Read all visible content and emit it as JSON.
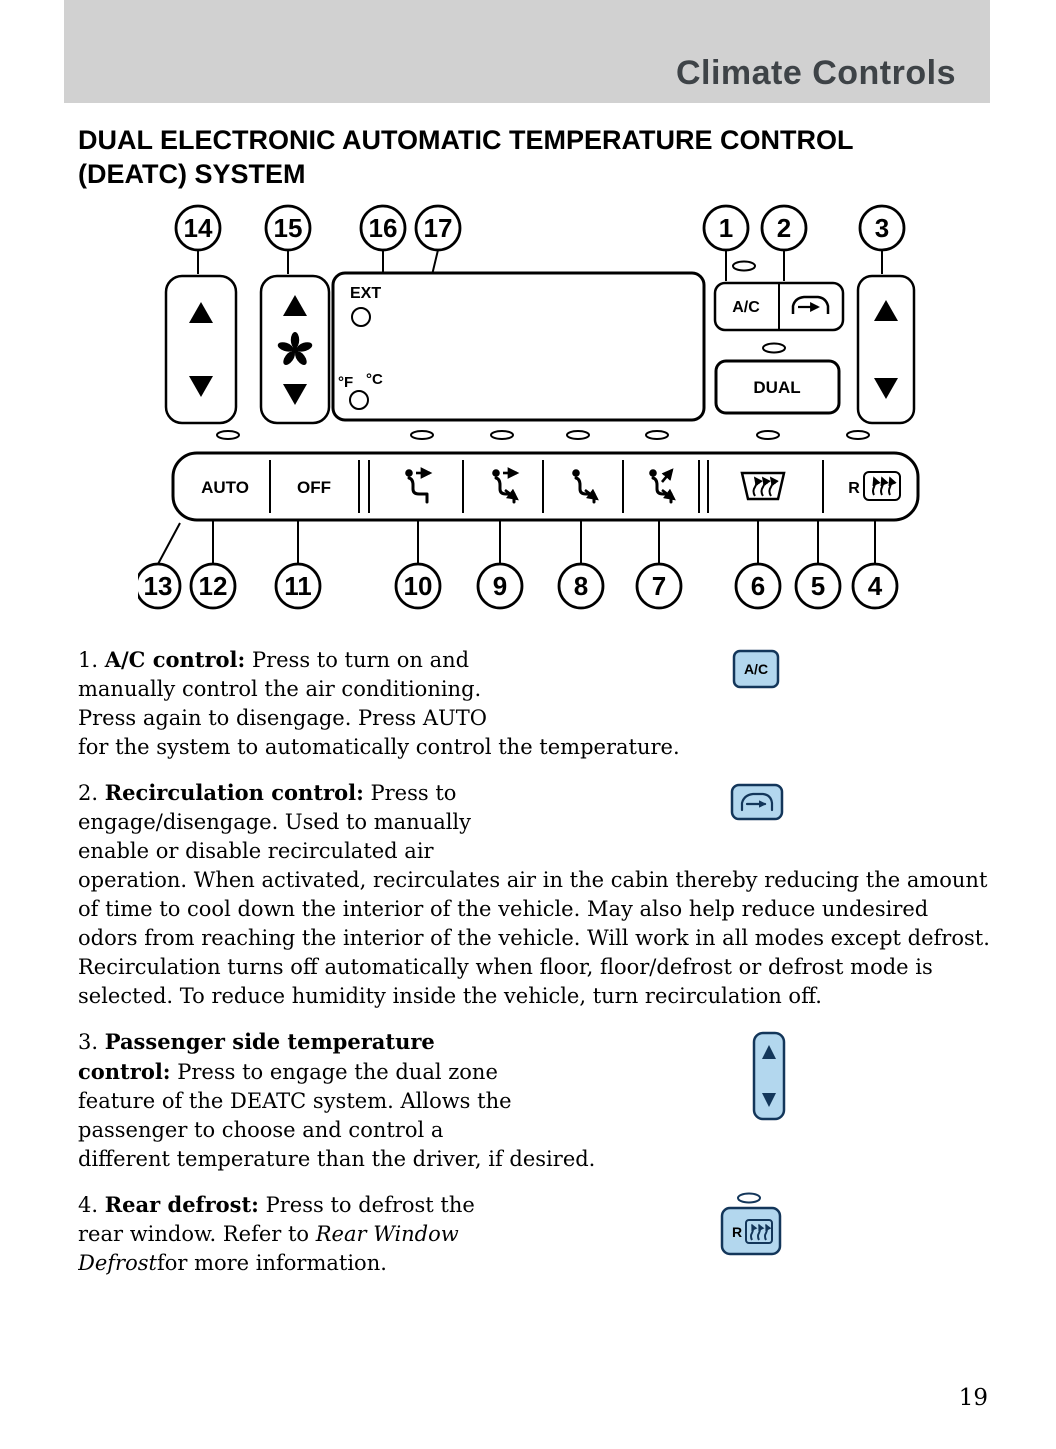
{
  "header": {
    "title": "Climate Controls"
  },
  "heading": "DUAL ELECTRONIC AUTOMATIC TEMPERATURE CONTROL (DEATC) SYSTEM",
  "diagram": {
    "callouts_top": [
      "14",
      "15",
      "16",
      "17",
      "1",
      "2",
      "3"
    ],
    "callouts_bottom": [
      "13",
      "12",
      "11",
      "10",
      "9",
      "8",
      "7",
      "6",
      "5",
      "4"
    ],
    "labels": {
      "ext": "EXT",
      "deg_f": "°F",
      "deg_c": "°C",
      "ac": "A/C",
      "dual": "DUAL",
      "auto": "AUTO",
      "off": "OFF",
      "rear_r": "R"
    }
  },
  "items": [
    {
      "number": "1. ",
      "title": "A/C control:",
      "body": " Press to turn on and manually control the air conditioning. Press again to disengage. Press AUTO for the system to automatically control the temperature."
    },
    {
      "number": "2. ",
      "title": "Recirculation control:",
      "body": " Press to engage/disengage. Used to manually enable or disable recirculated air operation. When activated, recirculates air in the cabin thereby reducing the amount of time to cool down the interior of the vehicle. May also help reduce undesired odors from reaching the interior of the vehicle. Will work in all modes except defrost. Recirculation turns off automatically when floor, floor/defrost or defrost mode is selected. To reduce humidity inside the vehicle, turn recirculation off."
    },
    {
      "number": "3. ",
      "title": "Passenger side temperature control:",
      "body": " Press to engage the dual zone feature of the DEATC system. Allows the passenger to choose and control a different temperature than the driver, if desired."
    },
    {
      "number": "4. ",
      "title": "Rear defrost:",
      "body": " Press to defrost the rear window. Refer to ",
      "reference": "Rear Window Defrost",
      "body_after": "for more information."
    }
  ],
  "page_number": "19",
  "colors": {
    "icon_blue": "#b3d7ee",
    "icon_border": "#13365a",
    "header_gray": "#d1d1d1"
  }
}
